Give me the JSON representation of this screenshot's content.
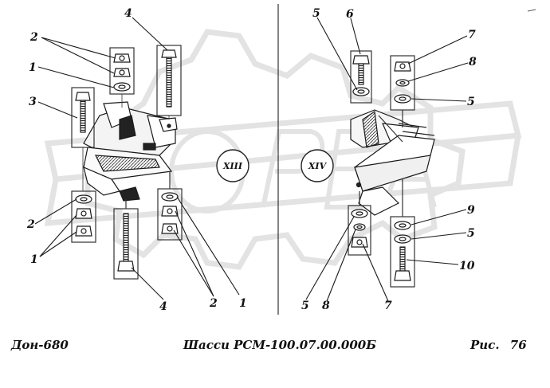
{
  "footer": {
    "model": "Дон-680",
    "assembly": "Шасси РСМ-100.07.00.000Б",
    "figure_label": "Рис.",
    "figure_number": "76"
  },
  "views": {
    "left": "XIII",
    "right": "XIV"
  },
  "callouts": {
    "left": {
      "c2_top": "2",
      "c1_top": "1",
      "c3": "3",
      "c4_top": "4",
      "c2_bottom": "2",
      "c1_bottom": "1",
      "c4_bottom": "4",
      "c2_right": "2",
      "c1_right": "1"
    },
    "right": {
      "c5_top": "5",
      "c6": "6",
      "c7_top": "7",
      "c8_top": "8",
      "c5_top_right": "5",
      "c9": "9",
      "c5_right": "5",
      "c10": "10",
      "c5_bottom": "5",
      "c8_bottom": "8",
      "c7_bottom": "7"
    }
  },
  "colors": {
    "ink": "#1a1a1a",
    "watermark": "#e6e6e6"
  }
}
